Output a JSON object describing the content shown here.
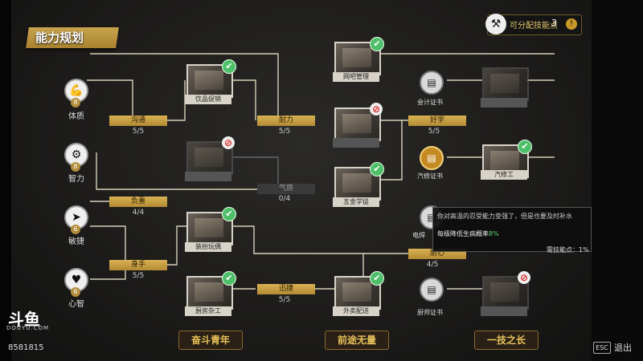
{
  "header": {
    "title": "能力规划",
    "skill_points_label": "可分配技能点",
    "skill_points_value": "3",
    "help_glyph": "!"
  },
  "attributes": [
    {
      "id": "constitution",
      "label": "体质",
      "level": "8",
      "icon": "muscle-icon"
    },
    {
      "id": "intelligence",
      "label": "智力",
      "level": "8",
      "icon": "brain-icon"
    },
    {
      "id": "agility",
      "label": "敏捷",
      "level": "6",
      "icon": "running-icon"
    },
    {
      "id": "mind",
      "label": "心智",
      "level": "6",
      "icon": "heart-icon"
    }
  ],
  "requirements": [
    {
      "id": "communication",
      "label": "沟通",
      "count": "5/5"
    },
    {
      "id": "endurance",
      "label": "耐力",
      "count": "5/5"
    },
    {
      "id": "weight",
      "label": "负重",
      "count": "4/4"
    },
    {
      "id": "dexterity",
      "label": "身手",
      "count": "5/5"
    },
    {
      "id": "qi",
      "label": "气质",
      "count": "0/4"
    },
    {
      "id": "speed",
      "label": "迅捷",
      "count": "5/5"
    },
    {
      "id": "curious",
      "label": "好学",
      "count": "5/5"
    },
    {
      "id": "craft",
      "label": "耐心",
      "count": "4/5"
    }
  ],
  "cards": [
    {
      "id": "drink-promo",
      "label": "饮品促销",
      "status": "done"
    },
    {
      "id": "locked-1",
      "label": "",
      "status": "locked"
    },
    {
      "id": "costume",
      "label": "装扮玩偶",
      "status": "done"
    },
    {
      "id": "kitchen-helper",
      "label": "厨房杂工",
      "status": "done"
    },
    {
      "id": "net-admin",
      "label": "网吧管理",
      "status": "done"
    },
    {
      "id": "locked-2",
      "label": "",
      "status": "locked"
    },
    {
      "id": "hardware-apprentice",
      "label": "五金学徒",
      "status": "done"
    },
    {
      "id": "delivery",
      "label": "外卖配送",
      "status": "done"
    },
    {
      "id": "accountant",
      "label": "",
      "status": "dim"
    },
    {
      "id": "mechanic",
      "label": "汽修工",
      "status": "done"
    },
    {
      "id": "chef",
      "label": "",
      "status": "locked"
    }
  ],
  "certificates": [
    {
      "id": "accounting-cert",
      "label": "会计证书",
      "active": false
    },
    {
      "id": "mechanic-cert",
      "label": "汽修证书",
      "active": true
    },
    {
      "id": "welder-cert",
      "label": "电焊",
      "active": false
    },
    {
      "id": "chef-cert",
      "label": "厨师证书",
      "active": false
    }
  ],
  "tooltip": {
    "text": "你对高温的忍受能力变强了，但是也要及时补水",
    "effect_prefix": "每级降低生病概率",
    "effect_value": "8%",
    "cost_label": "需技能点：1",
    "cost_suffix": "%"
  },
  "tiers": [
    "奋斗青年",
    "前途无量",
    "一技之长"
  ],
  "footer": {
    "esc_key": "ESC",
    "exit_label": "退出",
    "logo": "斗鱼",
    "logo_sub": "DOUYU.COM",
    "room_id": "8581815"
  },
  "colors": {
    "gold": "#d9b253",
    "check": "#4fc06a",
    "lock": "#d22222"
  }
}
